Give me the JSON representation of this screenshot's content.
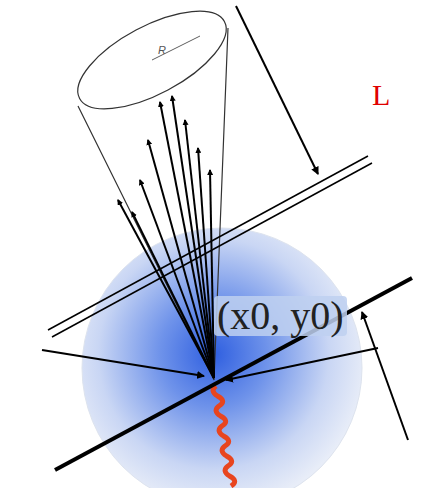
{
  "diagram": {
    "labels": [
      "R",
      "L",
      "(x0, y0)"
    ]
  }
}
